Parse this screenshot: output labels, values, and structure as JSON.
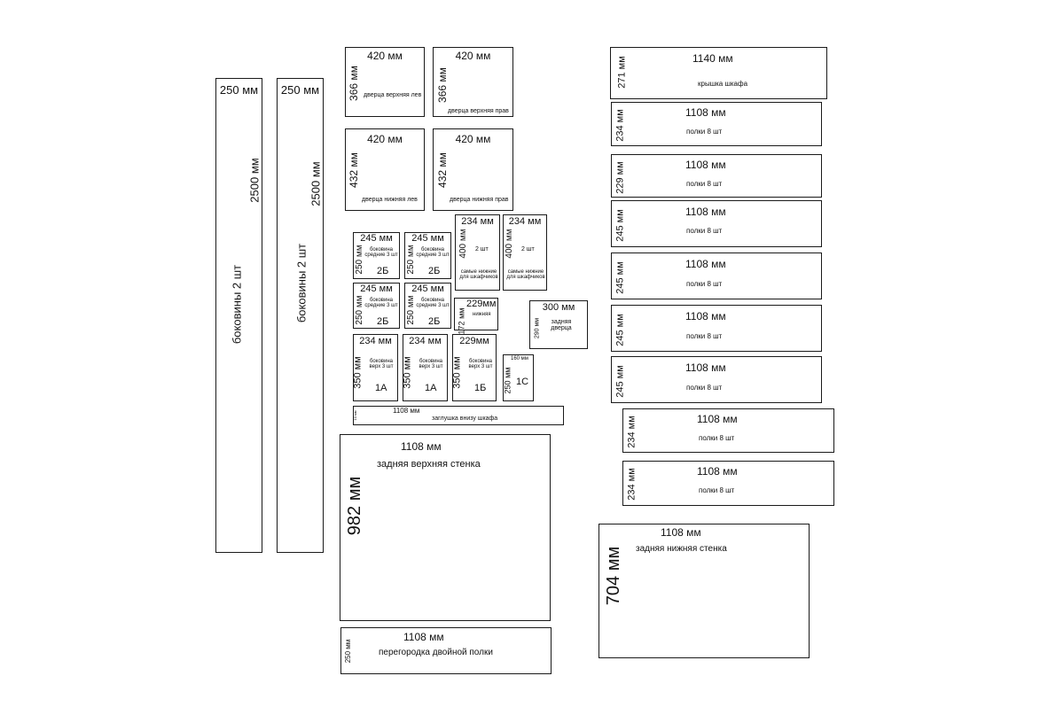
{
  "colors": {
    "background": "#ffffff",
    "stroke": "#1a1a1a",
    "text": "#111111"
  },
  "parts": {
    "side1": {
      "width": "250 мм",
      "length": "2500 мм",
      "name": "боковины 2 шт"
    },
    "side2": {
      "width": "250 мм",
      "length": "2500 мм",
      "name": "боковины 2 шт"
    },
    "door_top_left": {
      "width": "420 мм",
      "height": "366 мм",
      "name": "дверца верхняя лев"
    },
    "door_top_right": {
      "width": "420 мм",
      "height": "366 мм",
      "name": "дверца верхняя прав"
    },
    "door_bottom_left": {
      "width": "420 мм",
      "height": "432 мм",
      "name": "дверца нижняя лев"
    },
    "door_bottom_right": {
      "width": "420 мм",
      "height": "432 мм",
      "name": "дверца нижняя прав"
    },
    "low_left": {
      "width": "234 мм",
      "height": "400 мм",
      "count": "2 шт",
      "name": "самые нижние для шкафчиков"
    },
    "low_right": {
      "width": "234 мм",
      "height": "400 мм",
      "count": "2 шт",
      "name": "самые нижние для шкафчиков"
    },
    "mid1": {
      "width": "245 мм",
      "height": "250 мм",
      "name": "боковина средние 3 шт",
      "code": "2Б"
    },
    "mid2": {
      "width": "245 мм",
      "height": "250 мм",
      "name": "боковина средние 3 шт",
      "code": "2Б"
    },
    "mid3": {
      "width": "245 мм",
      "height": "250 мм",
      "name": "боковина средние 3 шт",
      "code": "2Б"
    },
    "mid4": {
      "width": "245 мм",
      "height": "250 мм",
      "name": "боковина средние 3 шт",
      "code": "2Б"
    },
    "small_bottom": {
      "width": "229мм",
      "height": "172 мм",
      "name": "нижняя"
    },
    "back_door": {
      "width": "300 мм",
      "height": "290 мм",
      "name": "задняя дверца"
    },
    "top1": {
      "width": "234 мм",
      "height": "350 мм",
      "name": "боковина верх 3 шт",
      "code": "1А"
    },
    "top2": {
      "width": "234 мм",
      "height": "350 мм",
      "name": "боковина верх 3 шт",
      "code": "1А"
    },
    "top3": {
      "width": "229мм",
      "height": "350 мм",
      "name": "боковина верх 3 шт",
      "code": "1Б"
    },
    "small_1c": {
      "width": "160 мм",
      "height": "250 мм",
      "code": "1С"
    },
    "plug": {
      "width": "1108 мм",
      "height": "10 мм",
      "name": "заглушка внизу шкафа"
    },
    "back_top": {
      "width": "1108 мм",
      "height": "982 мм",
      "name": "задняя верхняя стенка"
    },
    "partition": {
      "width": "1108 мм",
      "height": "250 мм",
      "name": "перегородка двойной полки"
    },
    "lid": {
      "width": "1140 мм",
      "height": "271 мм",
      "name": "крышка шкафа"
    },
    "shelf1": {
      "width": "1108 мм",
      "height": "234 мм",
      "name": "полки 8 шт"
    },
    "shelf2": {
      "width": "1108 мм",
      "height": "229 мм",
      "name": "полки 8 шт"
    },
    "shelf3": {
      "width": "1108 мм",
      "height": "245 мм",
      "name": "полки 8 шт"
    },
    "shelf4": {
      "width": "1108 мм",
      "height": "245 мм",
      "name": "полки 8 шт"
    },
    "shelf5": {
      "width": "1108 мм",
      "height": "245 мм",
      "name": "полки 8 шт"
    },
    "shelf6": {
      "width": "1108 мм",
      "height": "245 мм",
      "name": "полки 8 шт"
    },
    "shelf7": {
      "width": "1108 мм",
      "height": "234 мм",
      "name": "полки 8 шт"
    },
    "shelf8": {
      "width": "1108 мм",
      "height": "234 мм",
      "name": "полки 8 шт"
    },
    "back_bottom": {
      "width": "1108 мм",
      "height": "704 мм",
      "name": "задняя нижняя стенка"
    }
  }
}
